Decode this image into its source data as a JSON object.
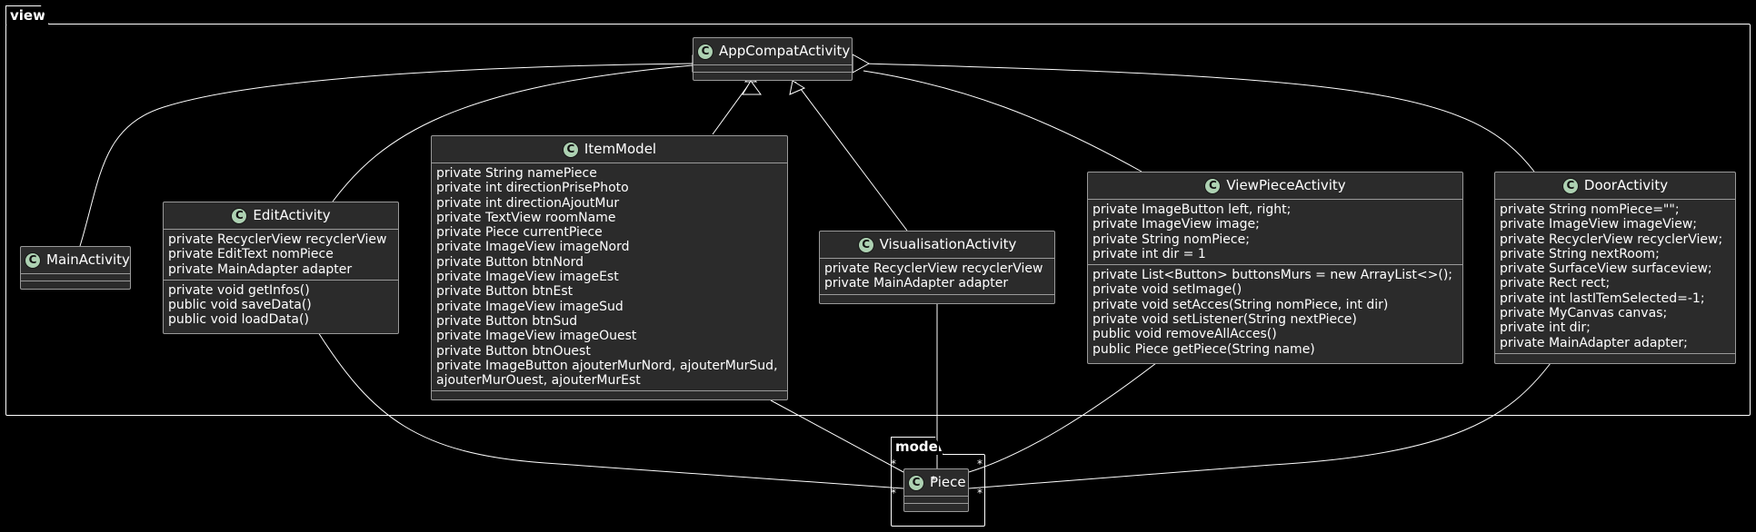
{
  "packages": {
    "view": {
      "label": "view"
    },
    "model": {
      "label": "model"
    }
  },
  "classes": {
    "appcompat": {
      "name": "AppCompatActivity",
      "badge": "C",
      "fields": [],
      "methods": []
    },
    "main": {
      "name": "MainActivity",
      "badge": "C",
      "fields": [],
      "methods": []
    },
    "edit": {
      "name": "EditActivity",
      "badge": "C",
      "fields": [
        "private RecyclerView recyclerView",
        "private EditText nomPiece",
        "private MainAdapter adapter"
      ],
      "methods": [
        "private void getInfos()",
        "public void saveData()",
        "public void loadData()"
      ]
    },
    "item": {
      "name": "ItemModel",
      "badge": "C",
      "fields": [
        "private String namePiece",
        "private int directionPrisePhoto",
        "private int directionAjoutMur",
        "private TextView roomName",
        "private Piece currentPiece",
        "private ImageView imageNord",
        "private Button btnNord",
        "private ImageView imageEst",
        "private Button btnEst",
        "private ImageView imageSud",
        "private Button btnSud",
        "private ImageView imageOuest",
        "private Button btnOuest",
        "private ImageButton ajouterMurNord, ajouterMurSud,",
        "ajouterMurOuest, ajouterMurEst"
      ],
      "methods": []
    },
    "visu": {
      "name": "VisualisationActivity",
      "badge": "C",
      "fields": [
        "private RecyclerView recyclerView",
        "private MainAdapter adapter"
      ],
      "methods": []
    },
    "viewpiece": {
      "name": "ViewPieceActivity",
      "badge": "C",
      "fields": [
        "private ImageButton left, right;",
        "private ImageView image;",
        "private String nomPiece;",
        "private int dir = 1"
      ],
      "methods": [
        "private List<Button> buttonsMurs = new ArrayList<>();",
        "private void setImage()",
        "private void setAcces(String nomPiece, int dir)",
        "private void setListener(String nextPiece)",
        "public void removeAllAcces()",
        "public Piece getPiece(String name)"
      ]
    },
    "door": {
      "name": "DoorActivity",
      "badge": "C",
      "fields": [
        "private String nomPiece=\"\";",
        "private ImageView imageView;",
        "private RecyclerView recyclerView;",
        "private String nextRoom;",
        "private SurfaceView surfaceview;",
        "private Rect rect;",
        "private int lastITemSelected=-1;",
        "private MyCanvas canvas;",
        "private int dir;",
        "private MainAdapter adapter;"
      ],
      "methods": []
    },
    "piece": {
      "name": "Piece",
      "badge": "C",
      "fields": [],
      "methods": []
    }
  },
  "multiplicities": [
    "*",
    "*",
    "*",
    "*",
    "*"
  ],
  "colors": {
    "background": "#000000",
    "box": "#2b2b2b",
    "border": "#9a9a9a",
    "badge": "#ADD1B2",
    "line": "#ffffff"
  }
}
